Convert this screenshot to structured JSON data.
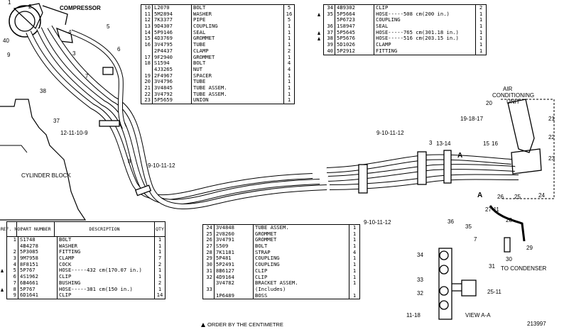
{
  "labels": {
    "compressor": "COMPRESSOR",
    "cylinder_block": "CYLINDER BLOCK",
    "air_conditioning_unit": "AIR\nCONDITIONING\nUNIT",
    "to_condenser": "TO CONDENSER",
    "view_aa": "VIEW A-A",
    "section_a_left": "A",
    "section_a_right": "A"
  },
  "callouts": [
    "1",
    "2",
    "40",
    "9",
    "3",
    "4",
    "5",
    "6",
    "7",
    "38",
    "37",
    "12-11-10-9",
    "8",
    "9-10-11-12",
    "9-10-11-12",
    "3",
    "13-14",
    "9-10-11-12",
    "36",
    "35",
    "27-11",
    "7",
    "28",
    "29",
    "30",
    "26",
    "25",
    "24",
    "23",
    "22",
    "21",
    "20",
    "19-18-17",
    "15",
    "16",
    "31",
    "25-11",
    "32",
    "33",
    "34",
    "11-18"
  ],
  "table_mid_top": {
    "rows": [
      {
        "ref": "10",
        "pn": "L2070",
        "desc": "BOLT",
        "qty": "5"
      },
      {
        "ref": "11",
        "pn": "5M2894",
        "desc": "WASHER",
        "qty": "16"
      },
      {
        "ref": "12",
        "pn": "7K3377",
        "desc": "PIPE",
        "qty": "5"
      },
      {
        "ref": "13",
        "pn": "9D4307",
        "desc": "COUPLING",
        "qty": "1"
      },
      {
        "ref": "14",
        "pn": "5P9146",
        "desc": "SEAL",
        "qty": "1"
      },
      {
        "ref": "15",
        "pn": "4D3769",
        "desc": "GROMMET",
        "qty": "1"
      },
      {
        "ref": "16",
        "pn": "3V4795",
        "desc": "TUBE",
        "qty": "1"
      },
      {
        "ref": "",
        "pn": "2P4437",
        "desc": "CLAMP",
        "qty": "2"
      },
      {
        "ref": "17",
        "pn": "9F2940",
        "desc": "GROMMET",
        "qty": "1"
      },
      {
        "ref": "18",
        "pn": "S1594",
        "desc": "BOLT",
        "qty": "4"
      },
      {
        "ref": "",
        "pn": "4J3265",
        "desc": "NUT",
        "qty": "4"
      },
      {
        "ref": "19",
        "pn": "2F4967",
        "desc": "SPACER",
        "qty": "1"
      },
      {
        "ref": "20",
        "pn": "3V4796",
        "desc": "TUBE",
        "qty": "1"
      },
      {
        "ref": "21",
        "pn": "3V4845",
        "desc": "TUBE ASSEM.",
        "qty": "1"
      },
      {
        "ref": "22",
        "pn": "3V4792",
        "desc": "TUBE ASSEM.",
        "qty": "1"
      },
      {
        "ref": "23",
        "pn": "5P5659",
        "desc": "UNION",
        "qty": "1"
      }
    ]
  },
  "table_right_top": {
    "rows": [
      {
        "ref": "34",
        "pn": "4B9302",
        "desc": "CLIP",
        "qty": "2",
        "mark": false
      },
      {
        "ref": "35",
        "pn": "5P5664",
        "desc": "HOSE-----508 cm(200 in.)",
        "qty": "1",
        "mark": true
      },
      {
        "ref": "",
        "pn": "5P6723",
        "desc": "COUPLING",
        "qty": "1",
        "mark": false
      },
      {
        "ref": "36",
        "pn": "1S8947",
        "desc": "SEAL",
        "qty": "1",
        "mark": false
      },
      {
        "ref": "37",
        "pn": "5P5645",
        "desc": "HOSE-----765 cm(301.18 in.)",
        "qty": "1",
        "mark": true
      },
      {
        "ref": "38",
        "pn": "5P5676",
        "desc": "HOSE-----516 cm(203.15 in.)",
        "qty": "1",
        "mark": true
      },
      {
        "ref": "39",
        "pn": "5D1026",
        "desc": "CLAMP",
        "qty": "1",
        "mark": false
      },
      {
        "ref": "40",
        "pn": "5P2912",
        "desc": "FITTING",
        "qty": "1",
        "mark": false
      }
    ]
  },
  "table_left_bottom": {
    "header": {
      "ref": "REF. NO.",
      "pn": "PART NUMBER",
      "desc": "DESCRIPTION",
      "qty": "QTY"
    },
    "rows": [
      {
        "ref": "1",
        "pn": "S1748",
        "desc": "BOLT",
        "qty": "1",
        "mark": false
      },
      {
        "ref": "",
        "pn": "4B4278",
        "desc": "WASHER",
        "qty": "1",
        "mark": false
      },
      {
        "ref": "2",
        "pn": "5P3085",
        "desc": "FITTING",
        "qty": "1",
        "mark": false
      },
      {
        "ref": "3",
        "pn": "9M7958",
        "desc": "CLAMP",
        "qty": "7",
        "mark": false
      },
      {
        "ref": "4",
        "pn": "8F8151",
        "desc": "COCK",
        "qty": "2",
        "mark": false
      },
      {
        "ref": "5",
        "pn": "5P767",
        "desc": "HOSE-----432 cm(170.07 in.)",
        "qty": "1",
        "mark": true
      },
      {
        "ref": "6",
        "pn": "4S1962",
        "desc": "CLIP",
        "qty": "1",
        "mark": false
      },
      {
        "ref": "7",
        "pn": "6B4661",
        "desc": "BUSHING",
        "qty": "2",
        "mark": false
      },
      {
        "ref": "8",
        "pn": "5P767",
        "desc": "HOSE-----381 cm(150 in.)",
        "qty": "1",
        "mark": true
      },
      {
        "ref": "9",
        "pn": "6D1641",
        "desc": "CLIP",
        "qty": "14",
        "mark": false
      }
    ]
  },
  "table_mid_bottom": {
    "rows": [
      {
        "ref": "24",
        "pn": "3V4848",
        "desc": "TUBE ASSEM.",
        "qty": "1"
      },
      {
        "ref": "25",
        "pn": "2V8260",
        "desc": "GROMMET",
        "qty": "1"
      },
      {
        "ref": "26",
        "pn": "3V4791",
        "desc": "GROMMET",
        "qty": "1"
      },
      {
        "ref": "27",
        "pn": "S509",
        "desc": "BOLT",
        "qty": "1"
      },
      {
        "ref": "28",
        "pn": "7K1181",
        "desc": "STRAP",
        "qty": "4"
      },
      {
        "ref": "29",
        "pn": "5P481",
        "desc": "COUPLING",
        "qty": "1"
      },
      {
        "ref": "30",
        "pn": "5P2491",
        "desc": "COUPLING",
        "qty": "1"
      },
      {
        "ref": "31",
        "pn": "8B6127",
        "desc": "CLIP",
        "qty": "1"
      },
      {
        "ref": "32",
        "pn": "4D9164",
        "desc": "CLIP",
        "qty": "1"
      },
      {
        "ref": "",
        "pn": "3V4782",
        "desc": "BRACKET ASSEM.",
        "qty": "1"
      },
      {
        "ref": "33",
        "pn": "",
        "desc": "(Includes)",
        "qty": ""
      },
      {
        "ref": "",
        "pn": "1P6489",
        "desc": "BOSS",
        "qty": "1"
      }
    ]
  },
  "footnote": "ORDER BY THE CENTIMETRE",
  "illustration_number": "213997"
}
